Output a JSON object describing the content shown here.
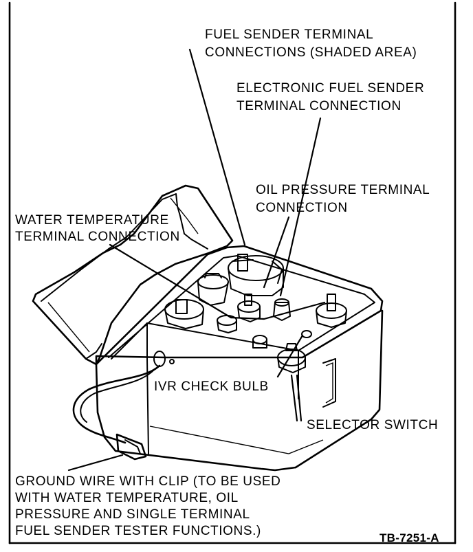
{
  "labels": {
    "fuel_sender_terminal": [
      "FUEL SENDER TERMINAL",
      "CONNECTIONS (SHADED AREA)"
    ],
    "electronic_fuel_sender": [
      "ELECTRONIC FUEL SENDER",
      "TERMINAL CONNECTION"
    ],
    "oil_pressure": [
      "OIL PRESSURE TERMINAL",
      "CONNECTION"
    ],
    "water_temperature": [
      "WATER TEMPERATURE",
      "TERMINAL CONNECTION"
    ],
    "ivr_check_bulb": "IVR CHECK BULB",
    "selector_switch": "SELECTOR SWITCH",
    "ground_wire": [
      "GROUND WIRE WITH CLIP (TO BE USED",
      "WITH WATER TEMPERATURE, OIL",
      "PRESSURE AND SINGLE TERMINAL",
      "FUEL SENDER TESTER FUNCTIONS.)"
    ]
  },
  "figure_id": "TB-7251-A"
}
